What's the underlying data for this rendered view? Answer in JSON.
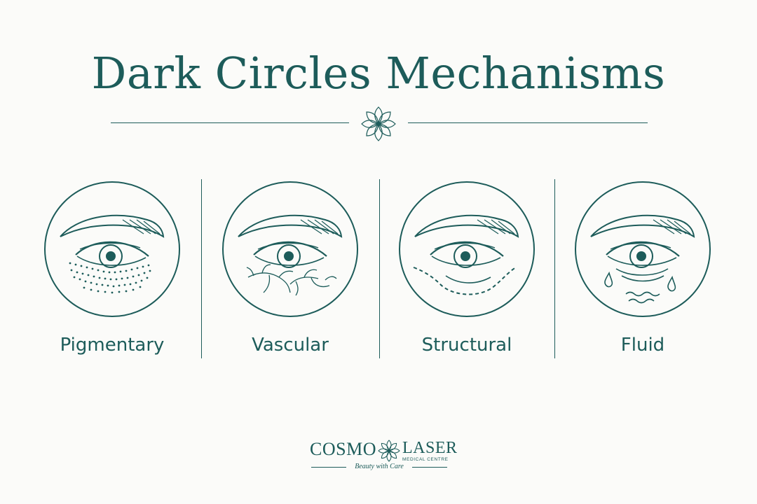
{
  "title": "Dark Circles Mechanisms",
  "colors": {
    "primary": "#1d5c5a",
    "background": "#fbfbf9"
  },
  "panels": [
    {
      "label": "Pigmentary",
      "icon": "eye-pigment-dots-icon"
    },
    {
      "label": "Vascular",
      "icon": "eye-vessels-icon"
    },
    {
      "label": "Structural",
      "icon": "eye-hollow-contour-icon"
    },
    {
      "label": "Fluid",
      "icon": "eye-fluid-drops-icon"
    }
  ],
  "logo": {
    "brand_left": "COSMO",
    "brand_right": "LASER",
    "subline": "MEDICAL CENTRE",
    "tagline": "Beauty with Care"
  }
}
